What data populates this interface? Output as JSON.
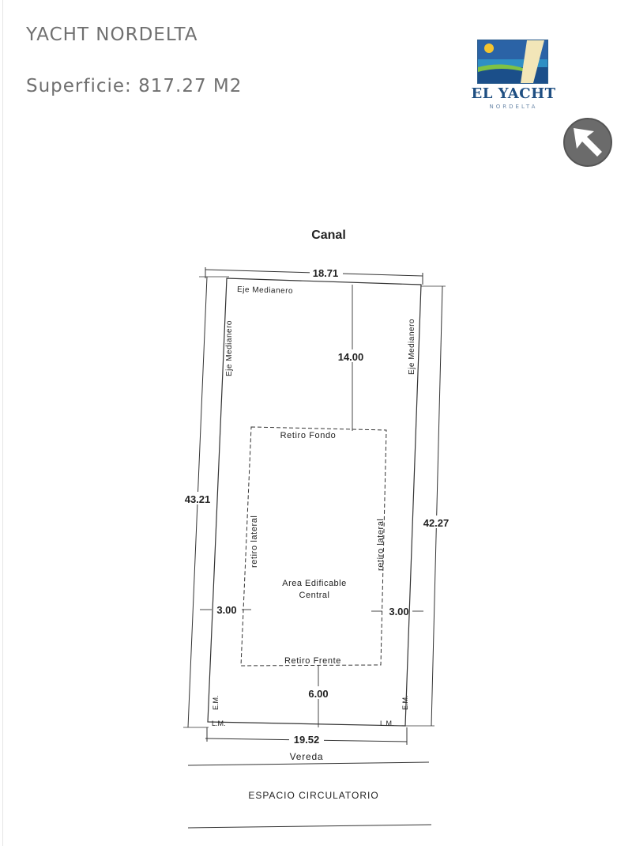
{
  "header": {
    "title": "YACHT NORDELTA",
    "area": "Superficie: 817.27 M2"
  },
  "logo": {
    "brand": "EL YACHT",
    "sub": "NORDELTA"
  },
  "icons": {
    "north_arrow": "north-arrow-icon"
  },
  "plan": {
    "canal": "Canal",
    "top_width": "18.71",
    "bottom_width": "19.52",
    "left_depth": "43.21",
    "right_depth": "42.27",
    "back_setback": "14.00",
    "front_setback": "6.00",
    "left_side_setback": "3.00",
    "right_side_setback": "3.00",
    "eje_medianero_top": "Eje Medianero",
    "eje_medianero_left": "Eje Medianero",
    "eje_medianero_right": "Eje Medianero",
    "retiro_fondo": "Retiro Fondo",
    "retiro_frente": "Retiro Frente",
    "retiro_lateral_left": "retiro lateral",
    "retiro_lateral_right": "retiro lateral",
    "area_edificable_1": "Area Edificable",
    "area_edificable_2": "Central",
    "em_left": "E.M.",
    "em_right": "E.M.",
    "lm_left": "L.M.",
    "lm_right": "L.M.",
    "vereda": "Vereda",
    "espacio": "ESPACIO CIRCULATORIO"
  },
  "colors": {
    "text_gray": "#707070",
    "logo_blue": "#1f4f82",
    "line": "#333333"
  }
}
